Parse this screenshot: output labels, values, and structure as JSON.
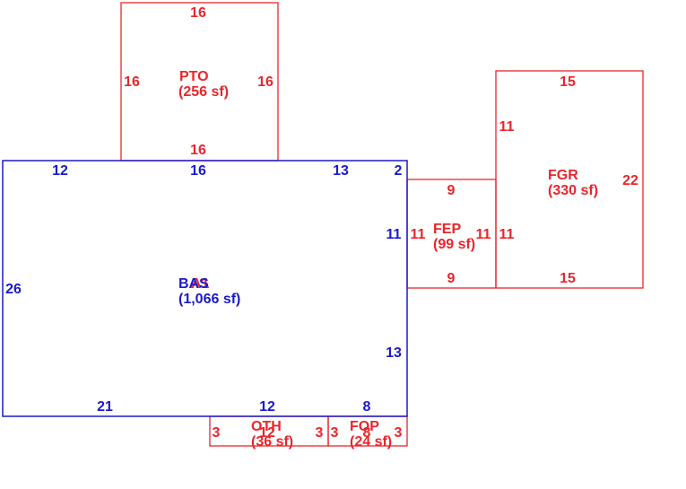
{
  "colors": {
    "red": "#e8262b",
    "blue": "#1a1acb",
    "background": "#ffffff"
  },
  "areas": {
    "pto": {
      "code": "PTO",
      "area": "(256 sf)",
      "dims": {
        "top": "16",
        "left": "16",
        "right": "16",
        "bottom": "16"
      }
    },
    "fgr": {
      "code": "FGR",
      "area": "(330 sf)",
      "dims": {
        "top": "15",
        "left": "11",
        "right": "22",
        "left_lower": "11",
        "bottom": "15"
      }
    },
    "fep": {
      "code": "FEP",
      "area": "(99 sf)",
      "dims": {
        "top": "9",
        "left": "11",
        "right": "11",
        "bottom": "9"
      }
    },
    "bas": {
      "code": "BAS",
      "overlap_code": "A1",
      "area": "(1,066 sf)",
      "dims": {
        "top_left": "12",
        "top_mid": "16",
        "top_right": "13",
        "top_end": "2",
        "right_upper": "11",
        "right_lower": "13",
        "left": "26",
        "bottom_left": "21",
        "bottom_mid": "12",
        "bottom_right": "8"
      }
    },
    "oth": {
      "code": "OTH",
      "area": "(36 sf)",
      "dims": {
        "left": "3",
        "right": "3",
        "top": "12"
      }
    },
    "fop": {
      "code": "FOP",
      "area": "(24 sf)",
      "dims": {
        "left": "3",
        "right": "3",
        "top": "8"
      }
    }
  }
}
